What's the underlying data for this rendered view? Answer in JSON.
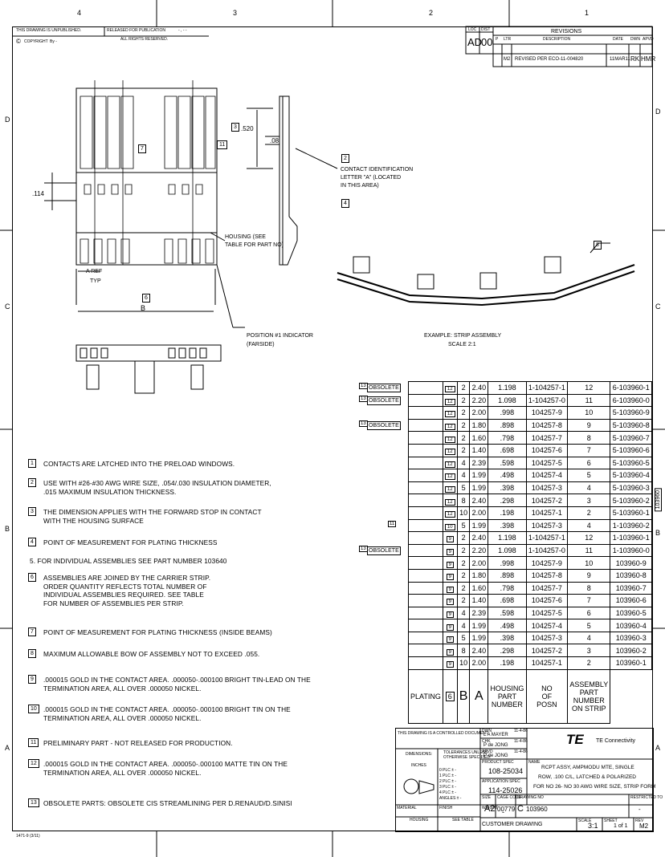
{
  "border": {
    "top_zones": [
      "4",
      "3",
      "2",
      "1"
    ],
    "side_zones": [
      "D",
      "C",
      "B",
      "A"
    ]
  },
  "header": {
    "unpublished": "THIS DRAWING IS UNPUBLISHED.",
    "copyright": "COPYRIGHT",
    "copyright_by": "By -",
    "released": "RELEASED FOR PUBLICATION",
    "released_date": "- , -  -",
    "rights": "ALL RIGHTS RESERVED.",
    "loc_label": "LOC",
    "loc_value": "AD",
    "dist_label": "DIST",
    "dist_value": "00"
  },
  "revisions": {
    "title": "REVISIONS",
    "headers": [
      "P",
      "LTR",
      "DESCRIPTION",
      "DATE",
      "DWN",
      "APVD"
    ],
    "row": {
      "ltr": "M2",
      "description": "REVISED PER ECO-11-004820",
      "date": "11MAR11",
      "dwn": "RK",
      "apvd": "HMR"
    }
  },
  "drawing_labels": {
    "dim_520": ".520",
    "dim_08": ".08",
    "dim_114": ".114",
    "contact_id": [
      "CONTACT IDENTIFICATION",
      "LETTER \"A\" (LOCATED",
      "IN THIS AREA)"
    ],
    "housing_ref": [
      "HOUSING (SEE",
      "TABLE FOR PART NO)"
    ],
    "a_ref": [
      "A  REF",
      "TYP"
    ],
    "b_label": "B",
    "position_indicator": [
      "POSITION #1 INDICATOR",
      "(FARSIDE)"
    ],
    "example": [
      "EXAMPLE: STRIP ASSEMBLY",
      "SCALE 2:1"
    ],
    "callouts": {
      "n2": "2",
      "n4": "4",
      "n6": "6",
      "n7": "7",
      "n8": "8",
      "n11": "11",
      "n3": "3"
    }
  },
  "notes": [
    {
      "num": "1",
      "lines": [
        "CONTACTS ARE LATCHED INTO THE PRELOAD WINDOWS."
      ]
    },
    {
      "num": "2",
      "lines": [
        "USE WITH #26-#30 AWG WIRE SIZE, .054/.030 INSULATION DIAMETER,",
        ".015 MAXIMUM INSULATION THICKNESS."
      ]
    },
    {
      "num": "3",
      "lines": [
        "THE DIMENSION APPLIES WITH THE FORWARD STOP IN CONTACT",
        "WITH THE HOUSING SURFACE"
      ]
    },
    {
      "num": "4",
      "lines": [
        "POINT OF MEASUREMENT FOR PLATING THICKNESS"
      ]
    },
    {
      "num": "",
      "lines": [
        "5. FOR INDIVIDUAL ASSEMBLIES SEE PART NUMBER 103640"
      ]
    },
    {
      "num": "6",
      "lines": [
        "ASSEMBLIES ARE JOINED BY THE CARRIER STRIP.",
        "ORDER QUANTITY REFLECTS TOTAL NUMBER OF",
        "INDIVIDUAL ASSEMBLIES REQUIRED. SEE TABLE",
        "FOR NUMBER OF ASSEMBLIES PER STRIP."
      ]
    },
    {
      "num": "7",
      "lines": [
        "POINT OF MEASUREMENT FOR PLATING THICKNESS (INSIDE BEAMS)"
      ]
    },
    {
      "num": "8",
      "lines": [
        "MAXIMUM ALLOWABLE BOW OF ASSEMBLY NOT TO EXCEED .055."
      ]
    },
    {
      "num": "9",
      "lines": [
        ".000015 GOLD IN THE CONTACT AREA. .000050-.000100 BRIGHT TIN-LEAD ON THE",
        "TERMINATION AREA, ALL OVER .000050 NICKEL."
      ]
    },
    {
      "num": "10",
      "lines": [
        ".000015 GOLD IN THE CONTACT AREA. .000050-.000100 BRIGHT TIN ON THE",
        "TERMINATION AREA, ALL OVER .000050 NICKEL."
      ]
    },
    {
      "num": "11",
      "lines": [
        "PRELIMINARY PART - NOT RELEASED FOR PRODUCTION."
      ]
    },
    {
      "num": "12",
      "lines": [
        ".000015 GOLD IN THE CONTACT AREA. .000050-.000100 MATTE TIN ON THE",
        "TERMINATION AREA, ALL OVER .000050 NICKEL."
      ]
    },
    {
      "num": "13",
      "lines": [
        "OBSOLETE PARTS: OBSOLETE CIS STREAMLINING PER D.RENAUD/D.SINISI"
      ]
    }
  ],
  "part_table": {
    "rows": [
      {
        "flag": "13",
        "status": "OBSOLETE",
        "plating": "12",
        "qty": "2",
        "b": "2.40",
        "a": "1.198",
        "housing": "1-104257-1",
        "posn": "12",
        "part": "6-103960-1"
      },
      {
        "flag": "13",
        "status": "OBSOLETE",
        "plating": "12",
        "qty": "2",
        "b": "2.20",
        "a": "1.098",
        "housing": "1-104257-0",
        "posn": "11",
        "part": "6-103960-0"
      },
      {
        "flag": "",
        "status": "",
        "plating": "12",
        "qty": "2",
        "b": "2.00",
        "a": ".998",
        "housing": "104257-9",
        "posn": "10",
        "part": "5-103960-9"
      },
      {
        "flag": "13",
        "status": "OBSOLETE",
        "plating": "12",
        "qty": "2",
        "b": "1.80",
        "a": ".898",
        "housing": "104257-8",
        "posn": "9",
        "part": "5-103960-8"
      },
      {
        "flag": "",
        "status": "",
        "plating": "12",
        "qty": "2",
        "b": "1.60",
        "a": ".798",
        "housing": "104257-7",
        "posn": "8",
        "part": "5-103960-7"
      },
      {
        "flag": "",
        "status": "",
        "plating": "12",
        "qty": "2",
        "b": "1.40",
        "a": ".698",
        "housing": "104257-6",
        "posn": "7",
        "part": "5-103960-6"
      },
      {
        "flag": "",
        "status": "",
        "plating": "12",
        "qty": "4",
        "b": "2.39",
        "a": ".598",
        "housing": "104257-5",
        "posn": "6",
        "part": "5-103960-5"
      },
      {
        "flag": "",
        "status": "",
        "plating": "12",
        "qty": "4",
        "b": "1.99",
        "a": ".498",
        "housing": "104257-4",
        "posn": "5",
        "part": "5-103960-4"
      },
      {
        "flag": "",
        "status": "",
        "plating": "12",
        "qty": "5",
        "b": "1.99",
        "a": ".398",
        "housing": "104257-3",
        "posn": "4",
        "part": "5-103960-3"
      },
      {
        "flag": "",
        "status": "",
        "plating": "12",
        "qty": "8",
        "b": "2.40",
        "a": ".298",
        "housing": "104257-2",
        "posn": "3",
        "part": "5-103960-2"
      },
      {
        "flag": "",
        "status": "",
        "plating": "12",
        "qty": "10",
        "b": "2.00",
        "a": ".198",
        "housing": "104257-1",
        "posn": "2",
        "part": "5-103960-1"
      },
      {
        "flag": "11",
        "status": "",
        "plating": "10",
        "qty": "5",
        "b": "1.99",
        "a": ".398",
        "housing": "104257-3",
        "posn": "4",
        "part": "1-103960-2"
      },
      {
        "flag": "",
        "status": "",
        "plating": "9",
        "qty": "2",
        "b": "2.40",
        "a": "1.198",
        "housing": "1-104257-1",
        "posn": "12",
        "part": "1-103960-1"
      },
      {
        "flag": "13",
        "status": "OBSOLETE",
        "plating": "9",
        "qty": "2",
        "b": "2.20",
        "a": "1.098",
        "housing": "1-104257-0",
        "posn": "11",
        "part": "1-103960-0"
      },
      {
        "flag": "",
        "status": "",
        "plating": "9",
        "qty": "2",
        "b": "2.00",
        "a": ".998",
        "housing": "104257-9",
        "posn": "10",
        "part": "103960-9"
      },
      {
        "flag": "",
        "status": "",
        "plating": "9",
        "qty": "2",
        "b": "1.80",
        "a": ".898",
        "housing": "104257-8",
        "posn": "9",
        "part": "103960-8"
      },
      {
        "flag": "",
        "status": "",
        "plating": "9",
        "qty": "2",
        "b": "1.60",
        "a": ".798",
        "housing": "104257-7",
        "posn": "8",
        "part": "103960-7"
      },
      {
        "flag": "",
        "status": "",
        "plating": "9",
        "qty": "2",
        "b": "1.40",
        "a": ".698",
        "housing": "104257-6",
        "posn": "7",
        "part": "103960-6"
      },
      {
        "flag": "",
        "status": "",
        "plating": "9",
        "qty": "4",
        "b": "2.39",
        "a": ".598",
        "housing": "104257-5",
        "posn": "6",
        "part": "103960-5"
      },
      {
        "flag": "",
        "status": "",
        "plating": "9",
        "qty": "4",
        "b": "1.99",
        "a": ".498",
        "housing": "104257-4",
        "posn": "5",
        "part": "103960-4"
      },
      {
        "flag": "",
        "status": "",
        "plating": "9",
        "qty": "5",
        "b": "1.99",
        "a": ".398",
        "housing": "104257-3",
        "posn": "4",
        "part": "103960-3"
      },
      {
        "flag": "",
        "status": "",
        "plating": "9",
        "qty": "8",
        "b": "2.40",
        "a": ".298",
        "housing": "104257-2",
        "posn": "3",
        "part": "103960-2"
      },
      {
        "flag": "",
        "status": "",
        "plating": "9",
        "qty": "10",
        "b": "2.00",
        "a": ".198",
        "housing": "104257-1",
        "posn": "2",
        "part": "103960-1"
      }
    ],
    "footer": {
      "plating": "PLATING",
      "qty_flag": "6",
      "b": "B",
      "a": "A",
      "housing": [
        "HOUSING",
        "PART",
        "NUMBER"
      ],
      "posn": [
        "NO",
        "OF",
        "POSN"
      ],
      "assembly": [
        "ASSEMBLY",
        "PART",
        "NUMBER",
        "ON STRIP"
      ]
    }
  },
  "side_part_number": "103960",
  "title_block": {
    "controlled": "THIS DRAWING IS A CONTROLLED DOCUMENT.",
    "dwn_label": "DWN",
    "dwn_name": "L A MAYER",
    "dwn_date": "11-4-86",
    "chk_label": "CHK",
    "chk_name": "P de JONG",
    "chk_date": "11-4-86",
    "apvd_label": "APVD",
    "apvd_name": "P de JONG",
    "apvd_date": "11-4-86",
    "dimensions": "DIMENSIONS:",
    "inches": "INCHES",
    "tolerances": [
      "TOLERANCES UNLESS",
      "OTHERWISE SPECIFIED:"
    ],
    "tol_lines": [
      "0 PLC    ± -",
      "1 PLC    ± -",
      "2 PLC    ± -",
      "3 PLC    ± -",
      "4 PLC    ± -",
      "ANGLES          ± -"
    ],
    "product_spec_label": "PRODUCT SPEC",
    "product_spec": "108-25034",
    "app_spec_label": "APPLICATION SPEC",
    "app_spec": "114-25026",
    "weight_label": "WEIGHT",
    "weight": "-",
    "material_label": "MATERIAL",
    "material": "HOUSING",
    "finish_label": "FINISH",
    "finish": "SEE TABLE",
    "company_logo": "TE",
    "company": "TE Connectivity",
    "name_label": "NAME",
    "title": [
      "RCPT ASSY, AMPMODU  MTE, SINGLE",
      "ROW, .100 C/L, LATCHED & POLARIZED",
      "FOR NO 26- NO 30 AWG WIRE SIZE, STRIP FORM"
    ],
    "size_label": "SIZE",
    "size": "A2",
    "cage_label": "CAGE CODE",
    "cage": "00779",
    "dwg_label": "DRAWING NO",
    "dwg_prefix": "C",
    "dwg_no": "103960",
    "restricted_label": "RESTRICTED TO",
    "restricted": "-",
    "customer_drawing": "CUSTOMER DRAWING",
    "scale_label": "SCALE",
    "scale": "3:1",
    "sheet_label": "SHEET",
    "sheet": "1 of 1",
    "rev_label": "REV",
    "rev": "M2"
  },
  "form_no": "1471-9 (3/11)"
}
